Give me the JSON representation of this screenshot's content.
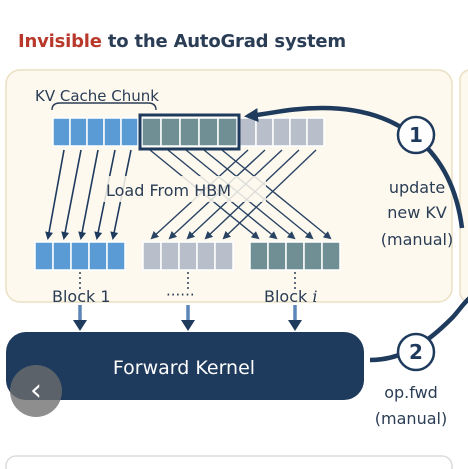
{
  "heading": {
    "accent_text": "Invisible",
    "rest_text": " to the AutoGrad system"
  },
  "diagram": {
    "cache_label": "KV Cache Chunk",
    "load_label": "Load From HBM",
    "block_first_label": "Block 1",
    "block_ellipsis": "······",
    "block_last_label": "Block ",
    "block_last_index": "i",
    "kernel_label": "Forward Kernel",
    "steps": [
      {
        "number": "1",
        "lines": [
          "update",
          "new KV",
          "(manual)"
        ]
      },
      {
        "number": "2",
        "lines": [
          "op.fwd",
          "(manual)"
        ]
      }
    ]
  },
  "colors": {
    "accent": "#b8392b",
    "navy": "#1e3a5c",
    "panel_bg": "#fdf9ef",
    "panel_border": "#eadfc2",
    "cell_blue": "#5b9bd5",
    "cell_teal": "#6f8f95",
    "cell_gray": "#b8bfca"
  },
  "nav": {
    "icon": "chevron-left-icon",
    "glyph": "‹"
  }
}
